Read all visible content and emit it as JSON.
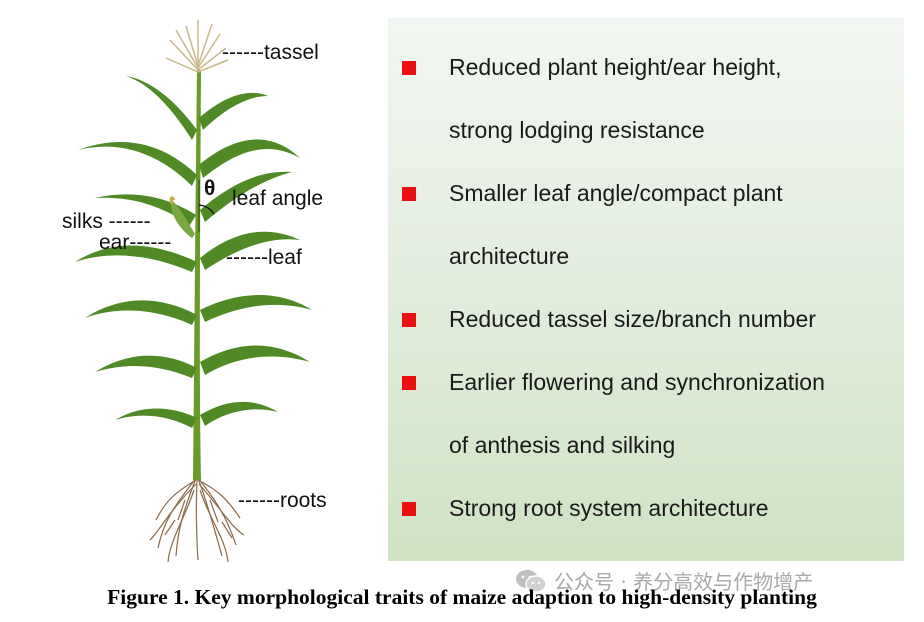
{
  "plant": {
    "labels": {
      "tassel": "------tassel",
      "theta": "θ",
      "leaf_angle": "leaf angle",
      "silks": "silks ------",
      "ear": "ear------",
      "leaf": "------leaf",
      "roots": "------roots"
    }
  },
  "traits": [
    {
      "lines": [
        "Reduced plant height/ear height,",
        "strong lodging resistance"
      ]
    },
    {
      "lines": [
        "Smaller leaf angle/compact plant",
        "architecture"
      ]
    },
    {
      "lines": [
        "Reduced tassel size/branch number"
      ]
    },
    {
      "lines": [
        "Earlier flowering and synchronization",
        "of anthesis and silking"
      ]
    },
    {
      "lines": [
        "Strong root system architecture"
      ]
    }
  ],
  "colors": {
    "bullet": "#e81010",
    "panel_top": "#f2f6f2",
    "panel_bottom": "#cfe3c3",
    "stem": "#6a9a2a",
    "leaf": "#4f8a26"
  },
  "caption": "Figure 1. Key morphological traits of maize adaption to high-density planting",
  "watermark": {
    "icon": "wechat-icon",
    "text": "公众号 · 养分高效与作物增产"
  }
}
